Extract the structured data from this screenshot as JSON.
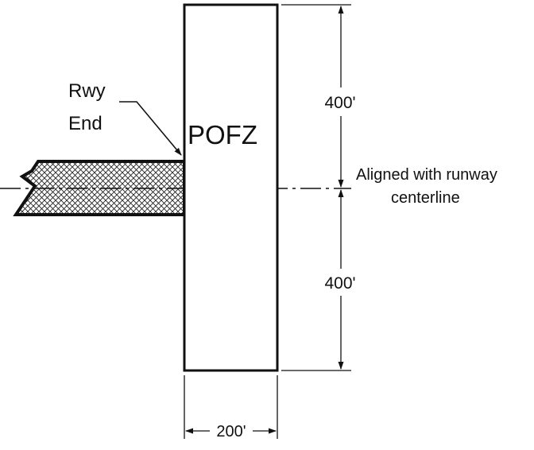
{
  "diagram": {
    "rwy_end_label_line1": "Rwy",
    "rwy_end_label_line2": "End",
    "pofz_label": "POFZ",
    "upper_dimension": "400'",
    "lower_dimension": "400'",
    "width_dimension": "200'",
    "centerline_note_line1": "Aligned with runway",
    "centerline_note_line2": "centerline"
  },
  "colors": {
    "ink": "#111111",
    "background": "#ffffff"
  }
}
